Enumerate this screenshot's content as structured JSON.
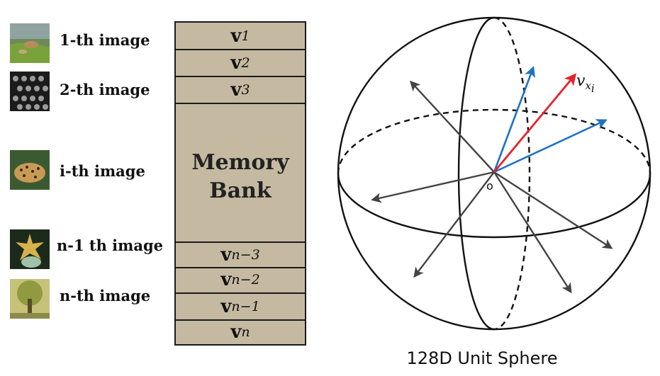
{
  "images": [
    {
      "label": "1-th image",
      "icon": "pond-animal-thumbnail-icon"
    },
    {
      "label": "2-th image",
      "icon": "metal-texture-thumbnail-icon"
    },
    {
      "label": "i-th image",
      "icon": "leopard-thumbnail-icon"
    },
    {
      "label": "n-1 th image",
      "icon": "starfish-thumbnail-icon"
    },
    {
      "label": "n-th image",
      "icon": "tree-thumbnail-icon"
    }
  ],
  "memory_bank": {
    "title_line1": "Memory",
    "title_line2": "Bank",
    "cells": [
      {
        "v": "v",
        "sub": "1"
      },
      {
        "v": "v",
        "sub": "2"
      },
      {
        "v": "v",
        "sub": "3"
      },
      {
        "v": "v",
        "sub": "n−3"
      },
      {
        "v": "v",
        "sub": "n−2"
      },
      {
        "v": "v",
        "sub": "n−1"
      },
      {
        "v": "v",
        "sub": "n"
      }
    ],
    "fill_color": "#c5b9a1"
  },
  "sphere": {
    "caption": "128D Unit Sphere",
    "origin_label": "o",
    "highlight_label_main": "v",
    "highlight_label_sub": "x",
    "highlight_label_subsub": "i",
    "colors": {
      "highlight": "#e8202a",
      "neighbor": "#1f72c1",
      "other": "#444444"
    }
  }
}
